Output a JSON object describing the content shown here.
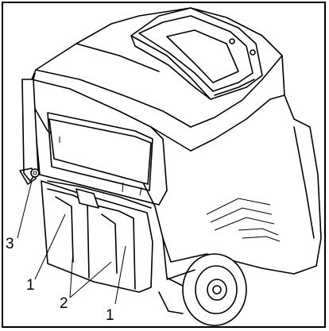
{
  "figure": {
    "callouts": [
      {
        "id": "label-3",
        "text": "3"
      },
      {
        "id": "label-1-left",
        "text": "1"
      },
      {
        "id": "label-2",
        "text": "2"
      },
      {
        "id": "label-1-right",
        "text": "1"
      }
    ]
  }
}
